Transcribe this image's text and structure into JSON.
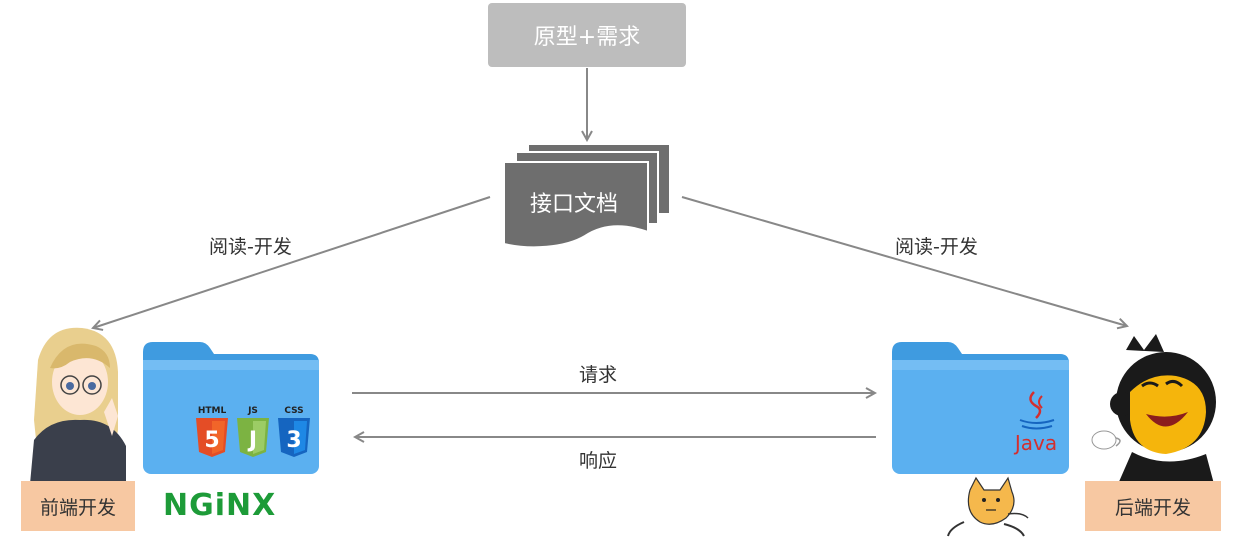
{
  "nodes": {
    "prototype": "原型+需求",
    "api_doc": "接口文档",
    "frontend": "前端开发",
    "backend": "后端开发"
  },
  "edges": {
    "read_dev_left": "阅读-开发",
    "read_dev_right": "阅读-开发",
    "request": "请求",
    "response": "响应"
  },
  "tech": {
    "nginx": "NGiNX",
    "html": "HTML",
    "js": "JS",
    "css": "CSS",
    "html_digit": "5",
    "js_digit": "J",
    "css_digit": "3",
    "java": "Java"
  },
  "colors": {
    "proto_box": "#bdbdbd",
    "doc_stack": "#6e6e6e",
    "arrow": "#888888",
    "folder": "#5bb0f0",
    "tag": "#f7c8a2",
    "nginx": "#1d9b38",
    "html5": "#e44d26",
    "js": "#8bc34a",
    "css3": "#1e88e5",
    "java": "#d32f2f"
  }
}
